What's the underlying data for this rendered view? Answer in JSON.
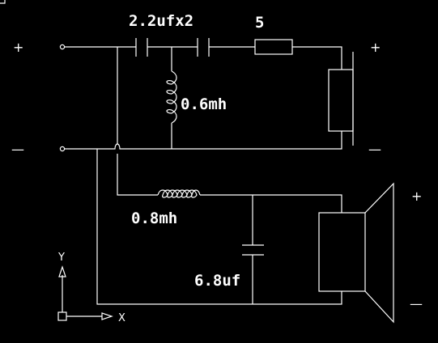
{
  "colors": {
    "background": "#000000",
    "lines": "#ffffff"
  },
  "labels": {
    "cap_series": "2.2ufx2",
    "resistor": "5",
    "inductor_shunt": "0.6mh",
    "inductor_series": "0.8mh",
    "cap_shunt": "6.8uf"
  },
  "terminals": {
    "input_plus": "+",
    "input_minus": "—",
    "tweeter_plus": "+",
    "tweeter_minus": "—",
    "woofer_plus": "+",
    "woofer_minus": "—"
  },
  "ucs": {
    "x_label": "X",
    "y_label": "Y"
  }
}
